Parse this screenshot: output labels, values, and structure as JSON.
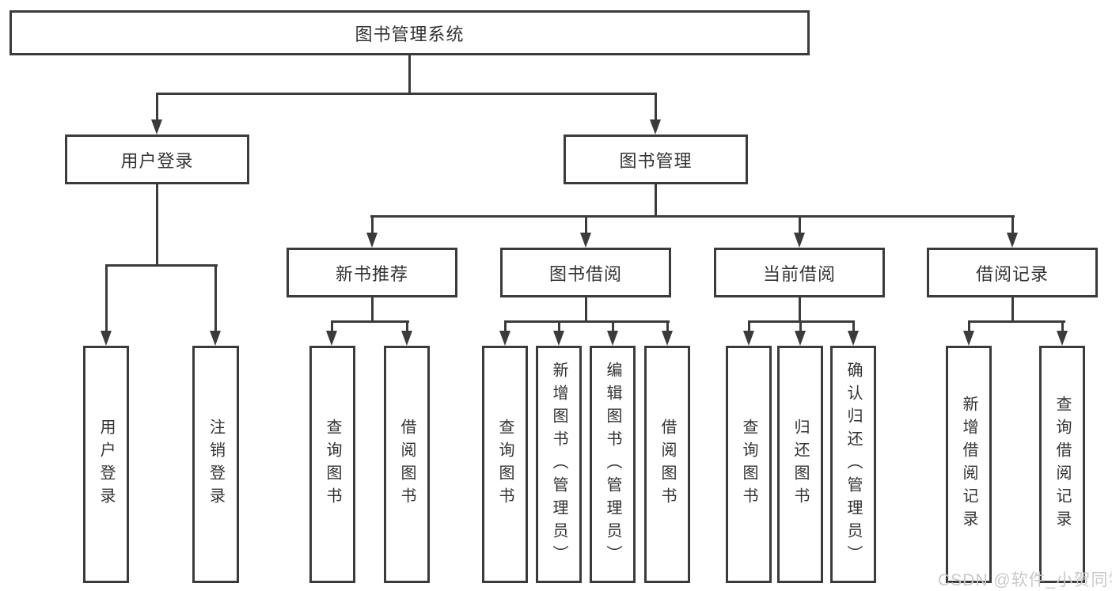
{
  "diagram": {
    "title": "图书管理系统",
    "root": {
      "label": "图书管理系统"
    },
    "branches": [
      {
        "label": "用户登录",
        "children": [
          {
            "label": "用户登录"
          },
          {
            "label": "注销登录"
          }
        ]
      },
      {
        "label": "图书管理",
        "children": [
          {
            "label": "新书推荐",
            "children": [
              {
                "label": "查询图书"
              },
              {
                "label": "借阅图书"
              }
            ]
          },
          {
            "label": "图书借阅",
            "children": [
              {
                "label": "查询图书"
              },
              {
                "label": "新增图书（管理员）"
              },
              {
                "label": "编辑图书（管理员）"
              },
              {
                "label": "借阅图书"
              }
            ]
          },
          {
            "label": "当前借阅",
            "children": [
              {
                "label": "查询图书"
              },
              {
                "label": "归还图书"
              },
              {
                "label": "确认归还（管理员）"
              }
            ]
          },
          {
            "label": "借阅记录",
            "children": [
              {
                "label": "新增借阅记录"
              },
              {
                "label": "查询借阅记录"
              }
            ]
          }
        ]
      }
    ]
  },
  "watermark": {
    "text": "CSDN @软件_小贺同学"
  },
  "colors": {
    "line": "#3b3b3b",
    "text": "#333333",
    "watermark": "#c9c9c9",
    "background": "#ffffff"
  }
}
